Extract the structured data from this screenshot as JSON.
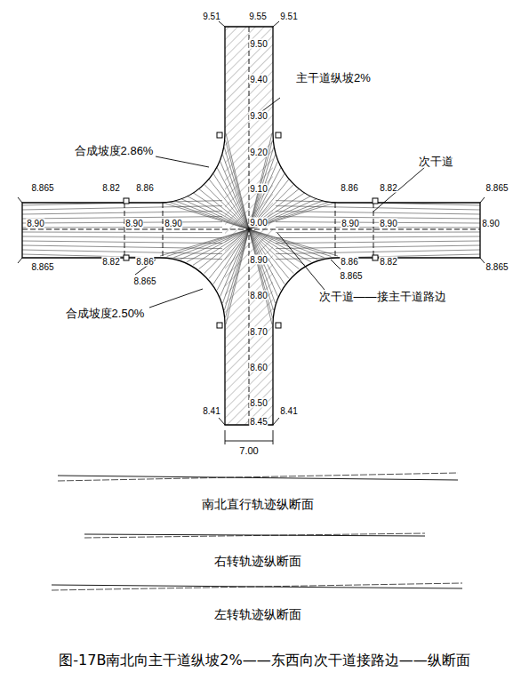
{
  "diagram": {
    "caption": "图-17B南北向主干道纵坡2%——东西向次干道接路边——纵断面",
    "labels": [
      "9.51",
      "9.55",
      "9.51",
      "9.50",
      "9.40",
      "9.30",
      "9.20",
      "9.10",
      "9.00",
      "8.90",
      "8.80",
      "8.70",
      "8.60",
      "8.50",
      "8.45",
      "8.41",
      "8.41",
      "7.00",
      "主干道纵坡2%",
      "合成坡度2.86%",
      "次干道",
      "合成坡度2.50%",
      "次干道——接主干道路边",
      "8.865",
      "8.82",
      "8.86",
      "8.90",
      "8.90",
      "8.90",
      "8.82",
      "8.86",
      "8.865",
      "8.865",
      "8.86",
      "8.82",
      "8.865",
      "8.90",
      "8.90",
      "8.90",
      "8.86",
      "8.82",
      "8.865",
      "8.865",
      "南北直行轨迹纵断面",
      "右转轨迹纵断面",
      "左转轨迹纵断面"
    ]
  }
}
